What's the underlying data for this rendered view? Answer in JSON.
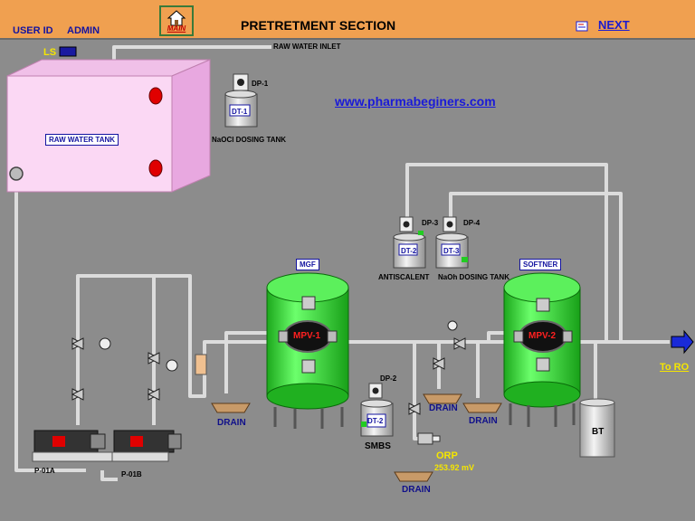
{
  "header": {
    "user_id_label": "USER ID",
    "user_name": "ADMIN",
    "main_label": "MAIN",
    "title": "PRETRETMENT SECTION",
    "next_label": "NEXT"
  },
  "website": "www.pharmabeginers.com",
  "labels": {
    "ls": "LS",
    "raw_water_inlet": "RAW WATER INLET",
    "raw_water_tank": "RAW WATER TANK",
    "dp1": "DP-1",
    "dt1": "DT-1",
    "naocl_tank": "NaOCl DOSING TANK",
    "dp3": "DP-3",
    "dp4": "DP-4",
    "dt2_anti": "DT-2",
    "dt3": "DT-3",
    "antiscalent": "ANTISCALENT",
    "naoh_tank": "NaOh DOSING TANK",
    "mgf": "MGF",
    "softner": "SOFTNER",
    "mpv1": "MPV-1",
    "mpv2": "MPV-2",
    "dp2": "DP-2",
    "dt2_smbs": "DT-2",
    "smbs": "SMBS",
    "drain_1": "DRAIN",
    "drain_2": "DRAIN",
    "drain_3": "DRAIN",
    "drain_4": "DRAIN",
    "orp": "ORP",
    "orp_value": "253.92 mV",
    "bt": "BT",
    "to_ro": "To RO",
    "pump_a": "P-01A",
    "pump_b": "P-01B"
  },
  "colors": {
    "header_bg": "#f0a050",
    "background": "#8c8c8c",
    "vessel_green": "#33e033",
    "tank_pink": "#f8d0f0",
    "pipe": "#dcdcdc",
    "alarm_red": "#e00000"
  },
  "icons": {
    "main": "home-icon",
    "next": "next-page-icon",
    "outlet": "arrow-right-icon"
  }
}
